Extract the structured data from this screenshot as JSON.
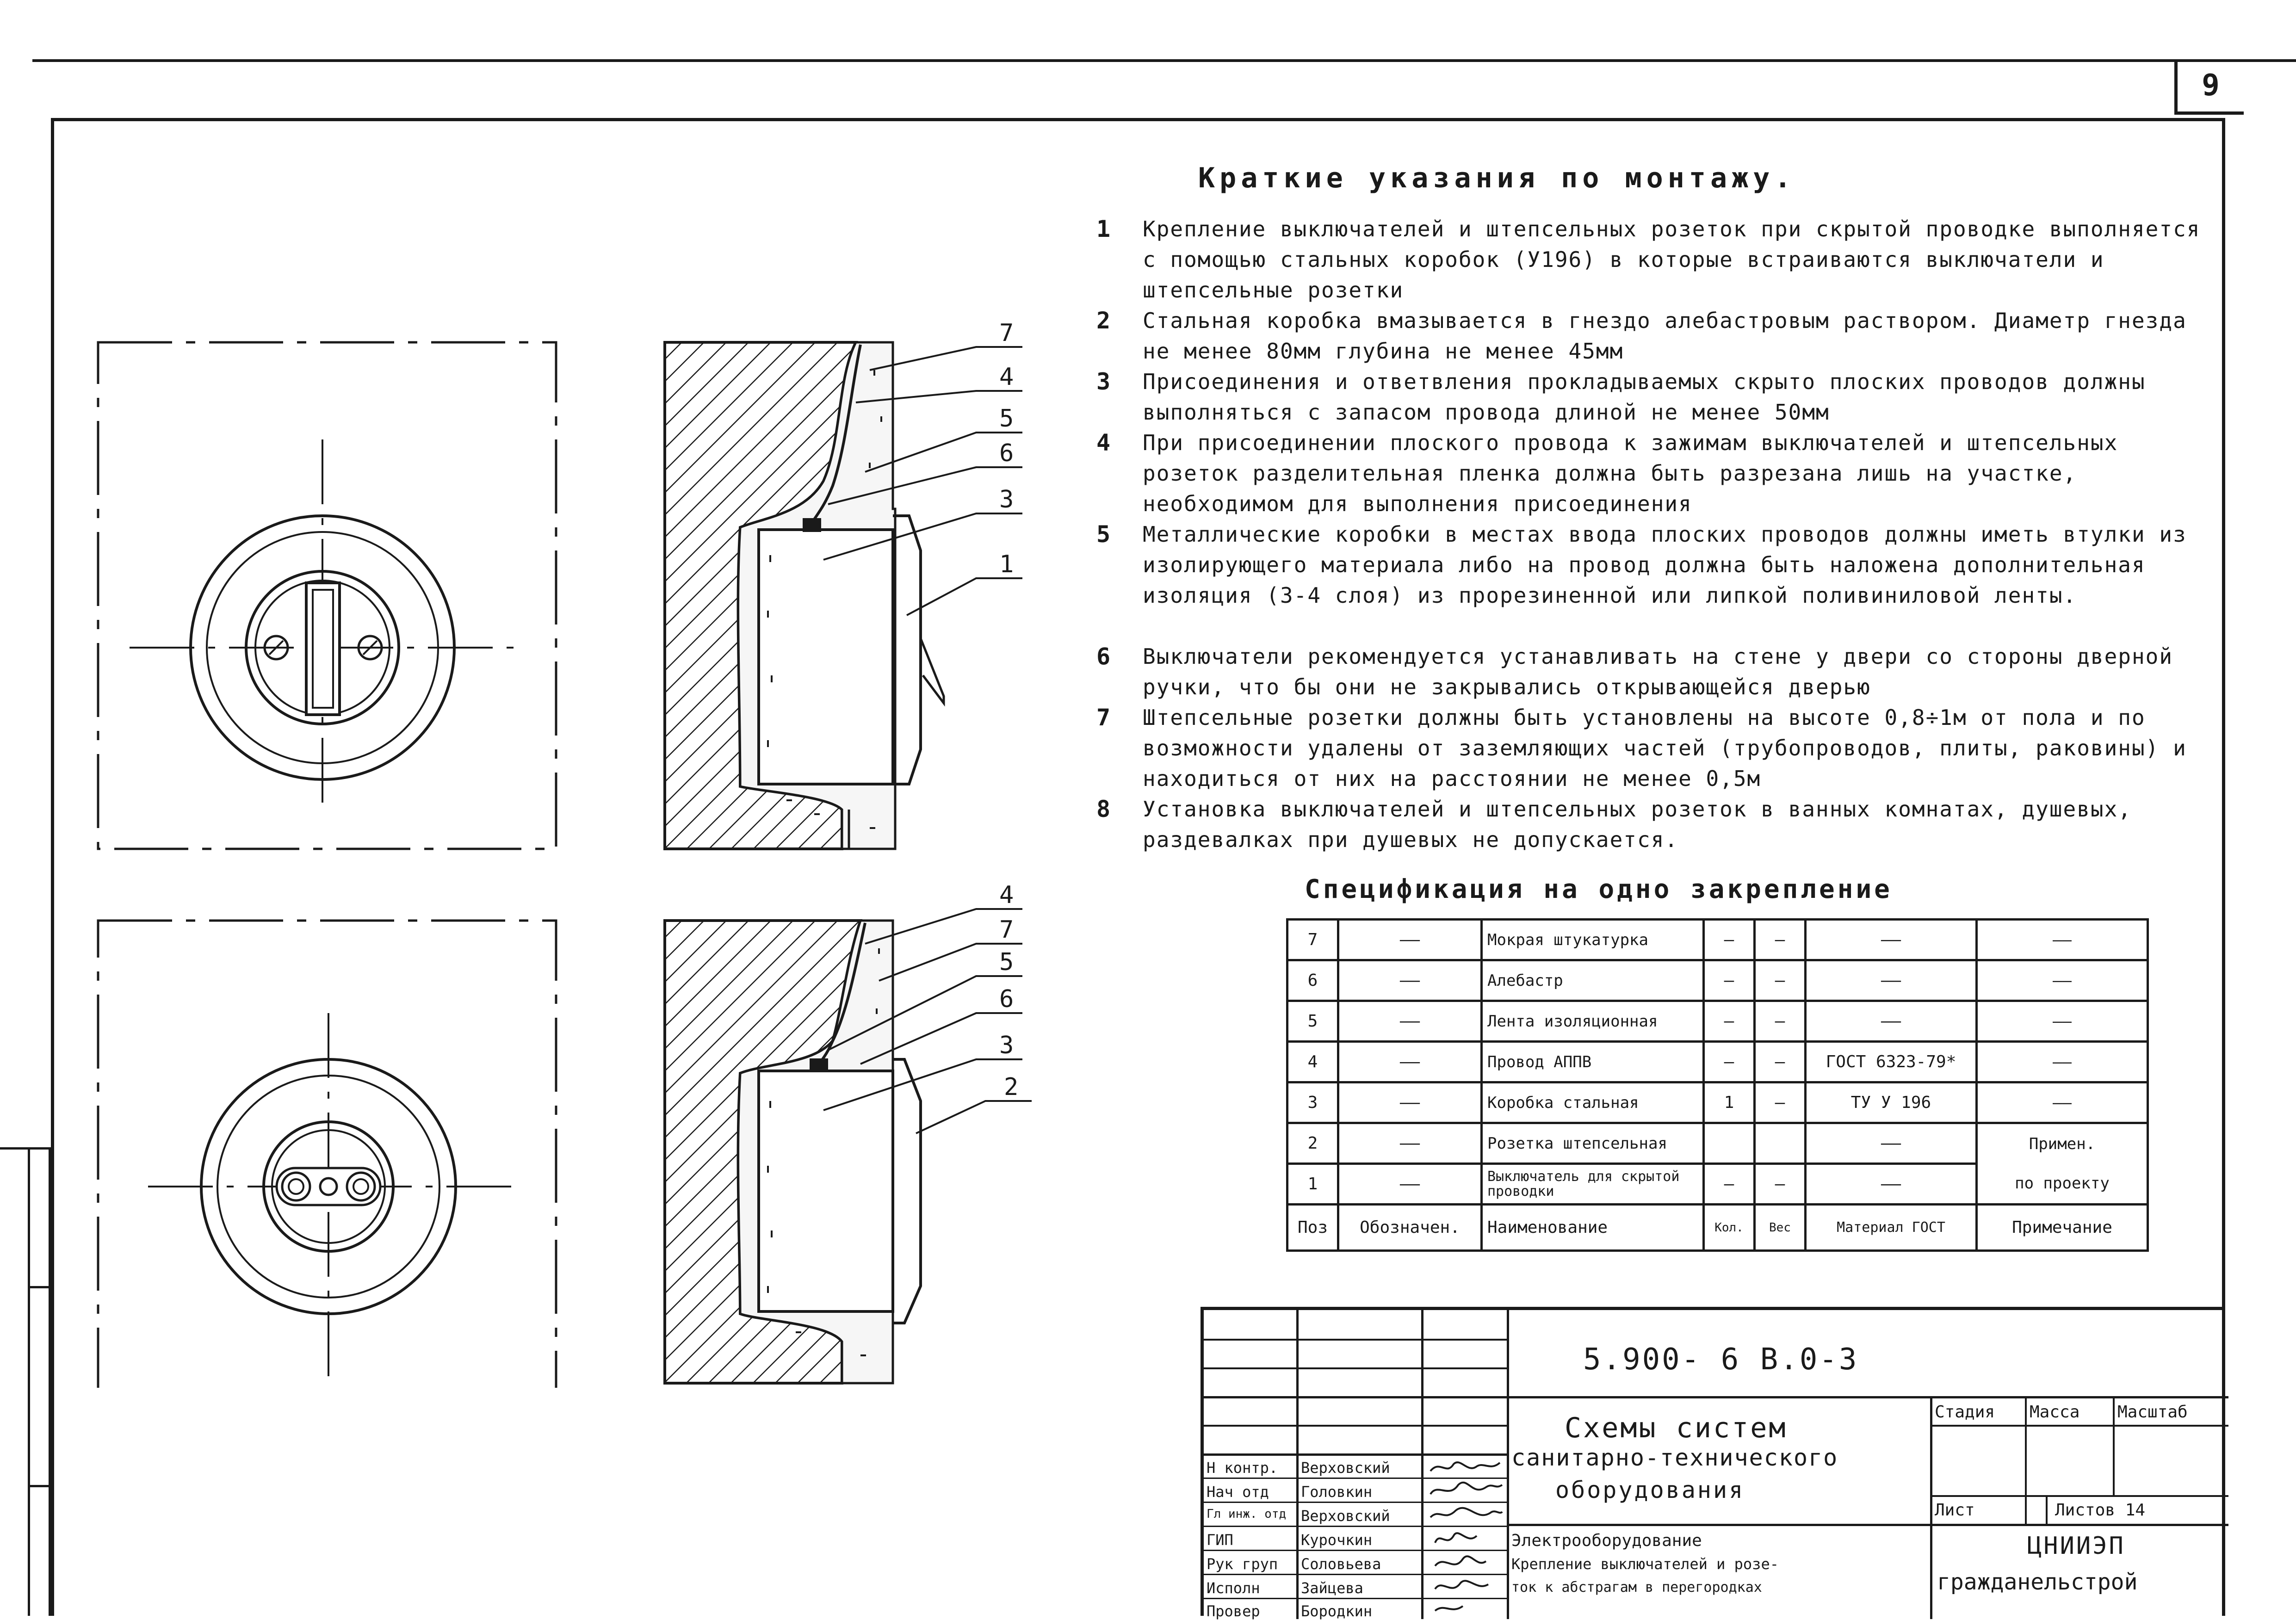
{
  "page": {
    "number": "9"
  },
  "notes": {
    "title": "Краткие указания по монтажу.",
    "items": [
      {
        "num": "1",
        "text": "Крепление выключателей и штепсельных розеток при скрытой проводке выполняется с помощью стальных коробок (У196) в которые встраиваются выключатели и штепсельные розетки"
      },
      {
        "num": "2",
        "text": "Стальная коробка вмазывается в гнездо алебастровым раствором. Диаметр гнезда не менее 80мм глубина не менее 45мм"
      },
      {
        "num": "3",
        "text": "Присоединения и ответвления прокладываемых скрыто плоских проводов должны выполняться с запасом провода длиной не менее 50мм"
      },
      {
        "num": "4",
        "text": "При присоединении плоского провода к зажимам выключателей и штепсельных розеток разделительная пленка должна быть разрезана лишь на участке, необходимом для выполнения присоединения"
      },
      {
        "num": "5",
        "text": "Металлические коробки в местах ввода плоских проводов должны иметь втулки из изолирующего материала либо на провод должна быть наложена дополнительная изоляция (3-4 слоя) из прорезиненной или липкой поливиниловой ленты."
      },
      {
        "num": "6",
        "text": "Выключатели рекомендуется устанавливать на стене у двери со стороны дверной ручки, что бы они не закрывались открывающейся дверью"
      },
      {
        "num": "7",
        "text": "Штепсельные розетки должны быть установлены на высоте 0,8÷1м от пола и по возможности удалены от заземляющих частей (трубопроводов, плиты, раковины) и находиться от них на расстоянии не менее 0,5м"
      },
      {
        "num": "8",
        "text": "Установка выключателей и штепсельных розеток в ванных комнатах, душевых, раздевалках при душевых не допускается."
      }
    ]
  },
  "callouts": {
    "top": [
      "7",
      "4",
      "5",
      "6",
      "3",
      "1"
    ],
    "bottom": [
      "4",
      "7",
      "5",
      "6",
      "3",
      "2"
    ]
  },
  "spec": {
    "title": "Спецификация на одно закрепление",
    "header": [
      "Поз",
      "Обозначен.",
      "Наименование",
      "Кол.",
      "Вес",
      "Материал ГОСТ",
      "Примечание"
    ],
    "rows": [
      [
        "7",
        "——",
        "Мокрая штукатурка",
        "—",
        "—",
        "——",
        "——"
      ],
      [
        "6",
        "——",
        "Алебастр",
        "—",
        "—",
        "——",
        "——"
      ],
      [
        "5",
        "——",
        "Лента изоляционная",
        "—",
        "—",
        "——",
        "——"
      ],
      [
        "4",
        "——",
        "Провод АППВ",
        "—",
        "—",
        "ГОСТ 6323-79*",
        "——"
      ],
      [
        "3",
        "——",
        "Коробка стальная",
        "1",
        "—",
        "ТУ У 196",
        "——"
      ],
      [
        "2",
        "——",
        "Розетка штепсельная",
        "",
        "",
        "——",
        "Примен."
      ],
      [
        "1",
        "——",
        "Выключатель для скрытой проводки",
        "—",
        "—",
        "——",
        "по проекту"
      ]
    ]
  },
  "stamp": {
    "code": "5.900- 6    В.0-3",
    "title_lines": [
      "Схемы систем",
      "санитарно-технического",
      "оборудования"
    ],
    "subtitle_lines": [
      "Электрооборудование",
      "Крепление выключателей и розе-",
      "ток к абстрагам в перегородках"
    ],
    "stage_label": "Стадия",
    "mass_label": "Масса",
    "scale_label": "Масштаб",
    "sheet_label": "Лист",
    "sheets_label": "Листов 14",
    "org_lines": [
      "ЦНИИЭП",
      "гражданельстрой"
    ],
    "people": [
      {
        "role": "Н контр.",
        "name": "Верховский"
      },
      {
        "role": "Нач отд",
        "name": "Головкин"
      },
      {
        "role": "Гл инж. отд",
        "name": "Верховский"
      },
      {
        "role": "ГИП",
        "name": "Курочкин"
      },
      {
        "role": "Рук груп",
        "name": "Соловьева"
      },
      {
        "role": "Исполн",
        "name": "Зайцева"
      },
      {
        "role": "Провер",
        "name": "Бородкин"
      }
    ]
  },
  "colors": {
    "ink": "#1a1a1a",
    "paper": "#ffffff",
    "plaster": "#f6f6f6"
  }
}
